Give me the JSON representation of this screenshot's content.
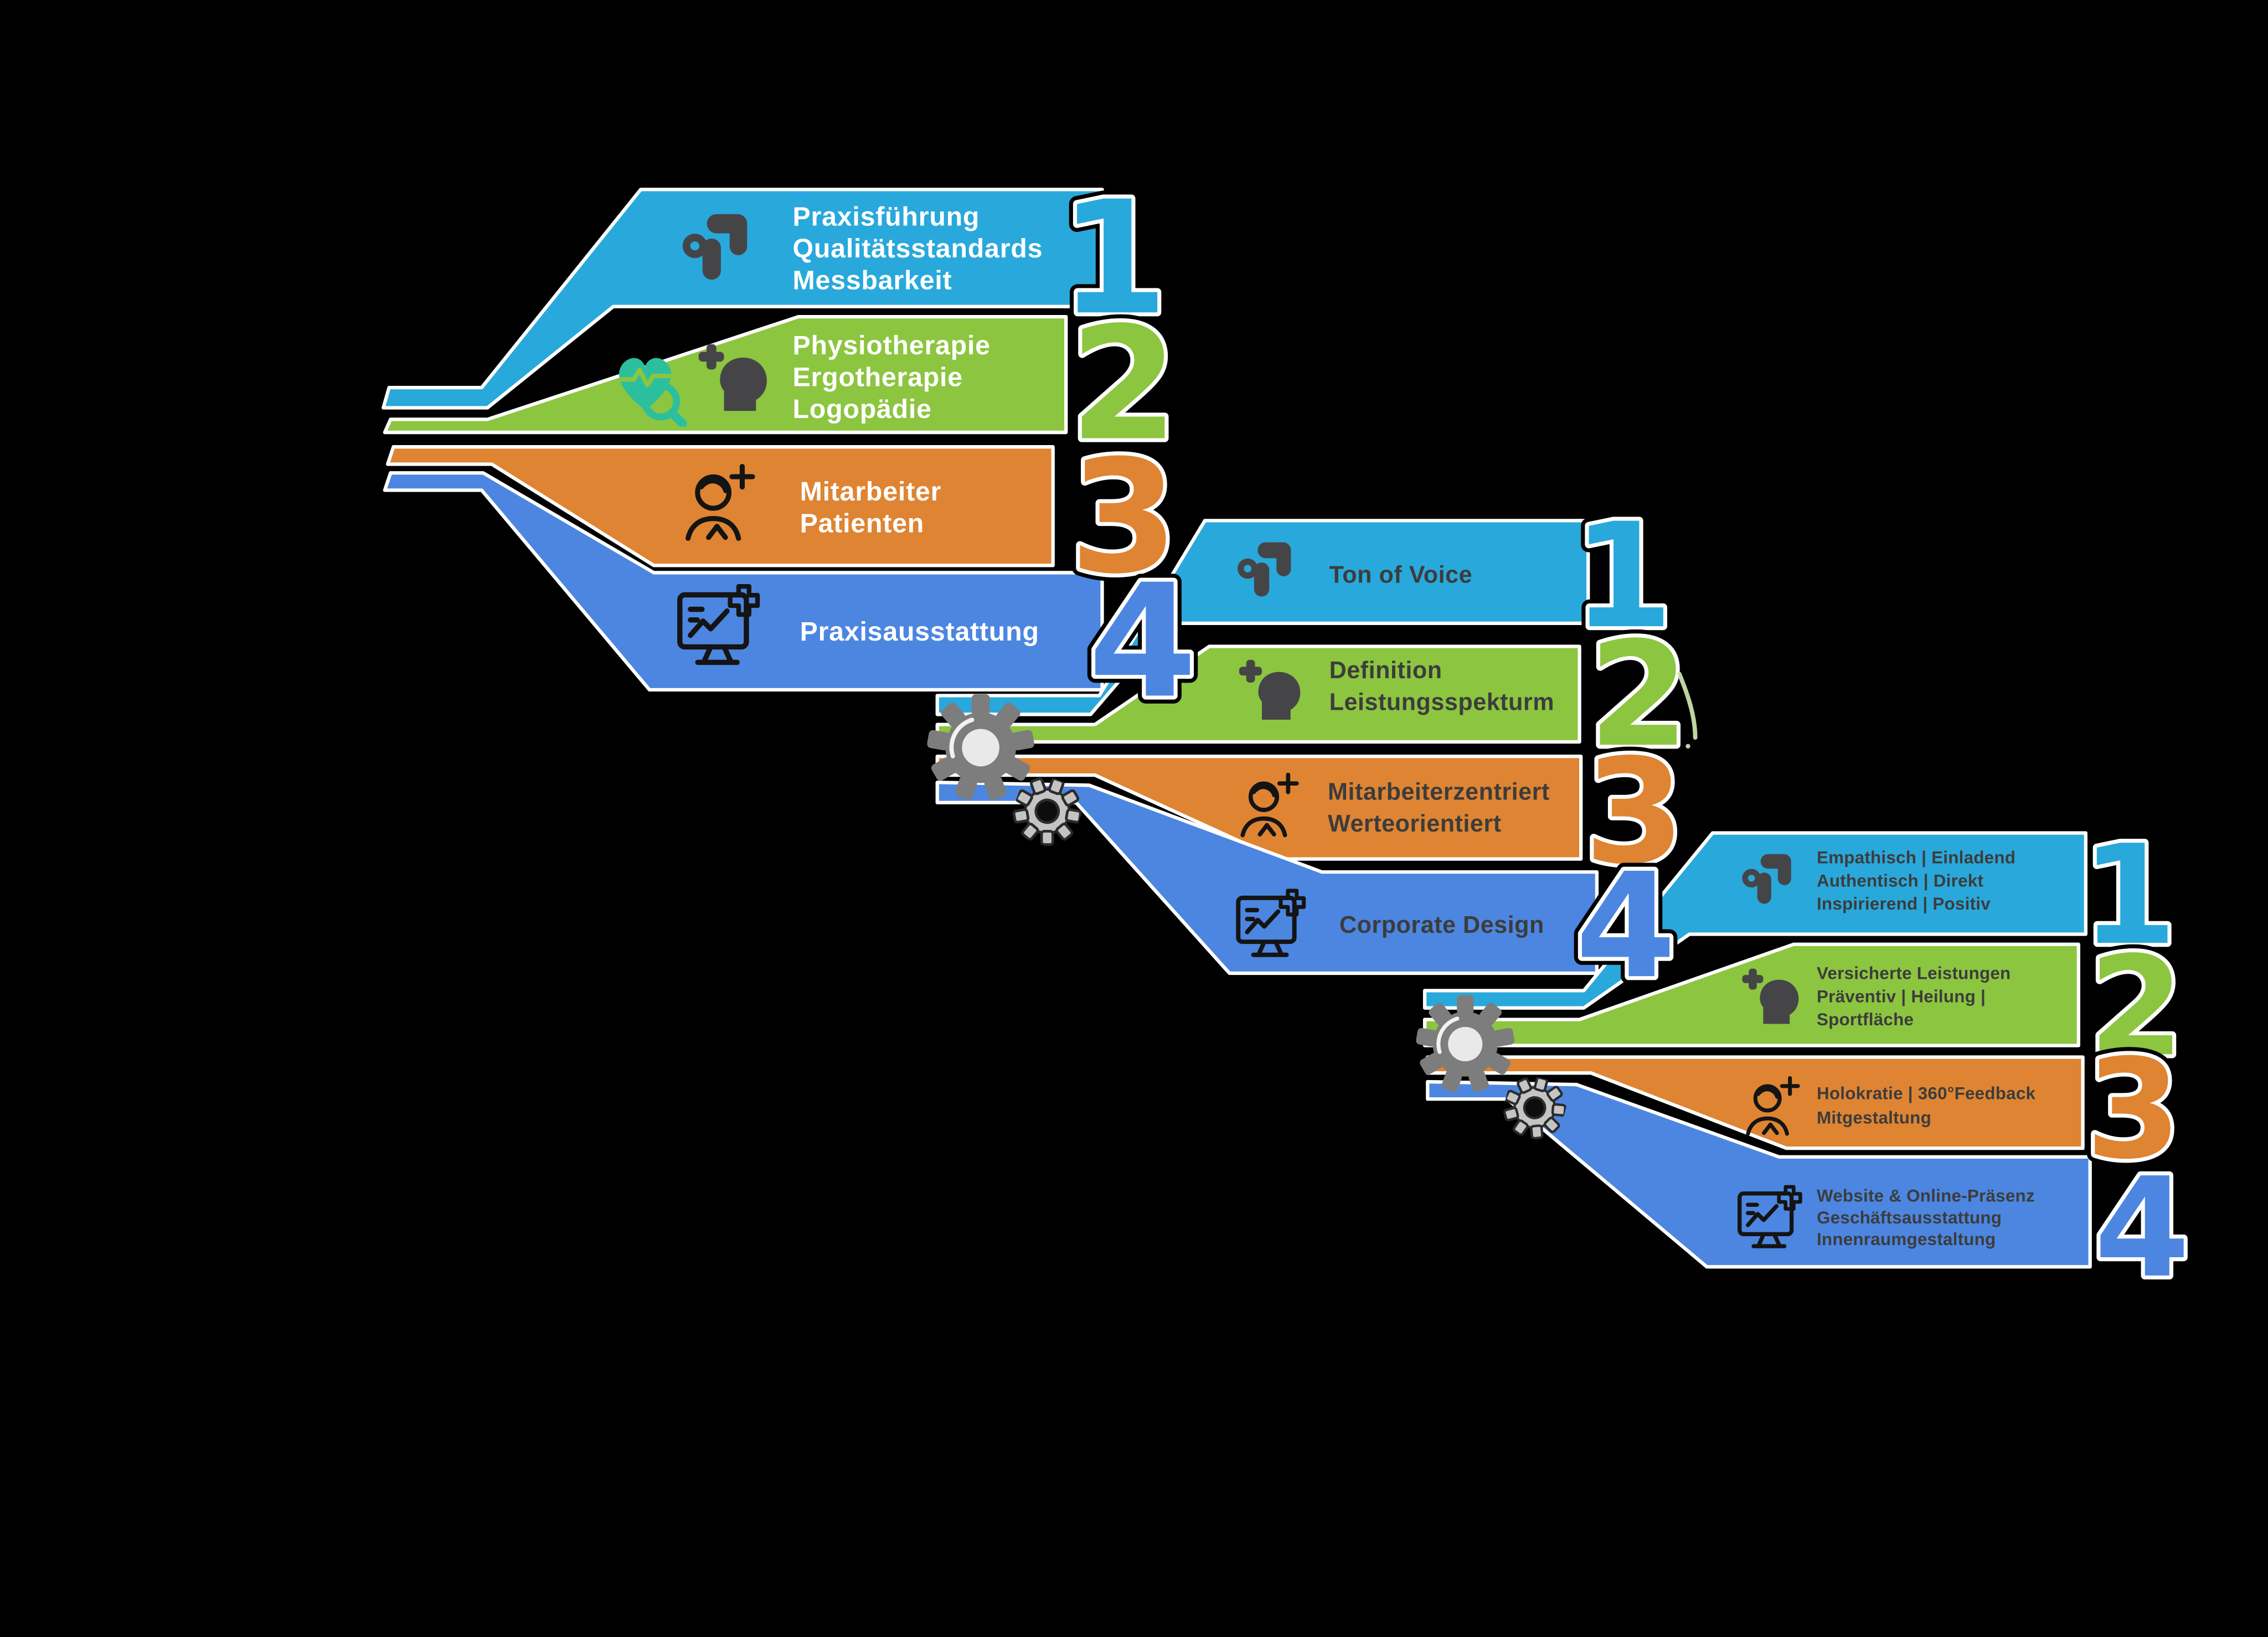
{
  "background": "#000000",
  "outline_color": "#FFFFFF",
  "text_light": "#FFFFFF",
  "text_dark": "#3C3C3C",
  "gear_color": "#7D7D7D",
  "accent_colors": {
    "cyan": "#29A8DB",
    "green": "#8CC540",
    "orange": "#DF8432",
    "blue": "#4C86E0",
    "teal_heart": "#2CBF9E"
  },
  "groups": [
    {
      "name": "stage-1",
      "banners": [
        {
          "number": "1",
          "color": "#29A8DB",
          "icons": [
            "quote-mark-logo-icon"
          ],
          "lines": [
            "Praxisführung",
            "Qualitätsstandards",
            "Messbarkeit"
          ]
        },
        {
          "number": "2",
          "color": "#8CC540",
          "icons": [
            "heart-pulse-magnifier-icon",
            "head-cross-icon"
          ],
          "lines": [
            "Physiotherapie",
            "Ergotherapie",
            "Logopädie"
          ]
        },
        {
          "number": "3",
          "color": "#DF8432",
          "icons": [
            "person-plus-icon"
          ],
          "lines": [
            "Mitarbeiter",
            "Patienten"
          ]
        },
        {
          "number": "4",
          "color": "#4C86E0",
          "icons": [
            "monitor-chart-plus-icon"
          ],
          "lines": [
            "Praxisausstattung"
          ]
        }
      ]
    },
    {
      "name": "stage-2",
      "banners": [
        {
          "number": "1",
          "color": "#29A8DB",
          "icons": [
            "quote-mark-logo-icon"
          ],
          "lines": [
            "Ton of Voice"
          ]
        },
        {
          "number": "2",
          "color": "#8CC540",
          "icons": [
            "head-cross-icon"
          ],
          "lines": [
            "Definition",
            "Leistungsspekturm"
          ]
        },
        {
          "number": "3",
          "color": "#DF8432",
          "icons": [
            "person-plus-icon"
          ],
          "lines": [
            "Mitarbeiterzentriert",
            "Werteorientiert"
          ]
        },
        {
          "number": "4",
          "color": "#4C86E0",
          "icons": [
            "monitor-chart-plus-icon"
          ],
          "lines": [
            "Corporate Design"
          ]
        }
      ]
    },
    {
      "name": "stage-3",
      "banners": [
        {
          "number": "1",
          "color": "#29A8DB",
          "icons": [
            "quote-mark-logo-icon"
          ],
          "lines": [
            "Empathisch | Einladend",
            "Authentisch | Direkt",
            "Inspirierend | Positiv"
          ]
        },
        {
          "number": "2",
          "color": "#8CC540",
          "icons": [
            "head-cross-icon"
          ],
          "lines": [
            "Versicherte Leistungen",
            "Präventiv | Heilung |",
            "Sportfläche"
          ]
        },
        {
          "number": "3",
          "color": "#DF8432",
          "icons": [
            "person-plus-icon"
          ],
          "lines": [
            "Holokratie | 360°Feedback",
            "Mitgestaltung"
          ]
        },
        {
          "number": "4",
          "color": "#4C86E0",
          "icons": [
            "monitor-chart-plus-icon"
          ],
          "lines": [
            "Website & Online-Präsenz",
            "Geschäftsausstattung",
            "Innenraumgestaltung"
          ]
        }
      ]
    }
  ],
  "gears": [
    {
      "name": "junction-1-large-gear"
    },
    {
      "name": "junction-1-small-gear"
    },
    {
      "name": "junction-2-large-gear"
    },
    {
      "name": "junction-2-small-gear"
    }
  ]
}
